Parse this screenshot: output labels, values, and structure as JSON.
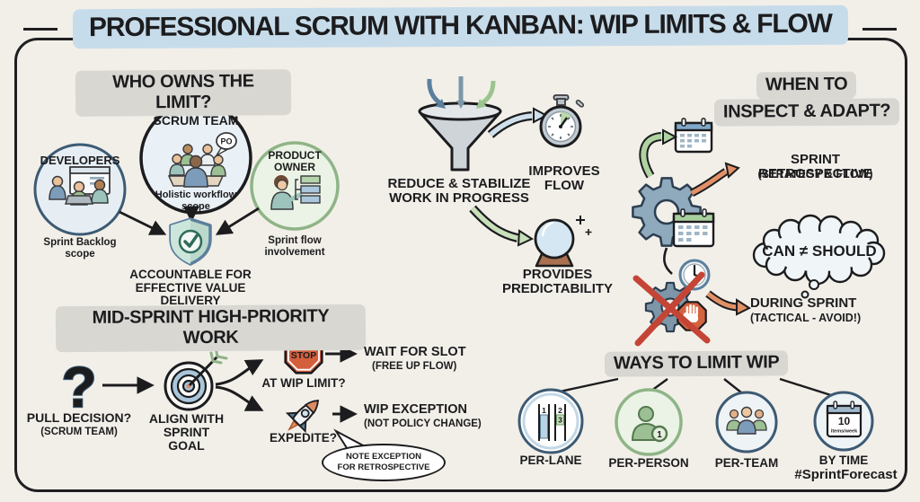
{
  "title": "PROFESSIONAL SCRUM WITH KANBAN: WIP LIMITS & FLOW",
  "colors": {
    "background": "#f2efe9",
    "ink": "#1c1c1e",
    "title_highlight": "#c7dcea",
    "heading_highlight": "#d8d7d2",
    "blue": "#5b7f9d",
    "light_blue": "#c3d8e6",
    "green": "#8fb487",
    "light_green": "#c8e0ba",
    "orange": "#d35f3c",
    "teal_shield": "#bcd9cd",
    "gear_gray_blue": "#8fa9bd",
    "red_x": "#c44536"
  },
  "who_owns": {
    "heading": "WHO OWNS THE LIMIT?",
    "developers_label": "DEVELOPERS",
    "developers_caption": "Sprint Backlog scope",
    "scrum_team_label": "SCRUM TEAM",
    "scrum_team_caption": "Holistic workflow scope",
    "po_badge": "PO",
    "product_owner_label": "PRODUCT OWNER",
    "product_owner_caption": "Sprint flow involvement",
    "shield_caption": "ACCOUNTABLE FOR EFFECTIVE VALUE DELIVERY"
  },
  "wip_flow": {
    "funnel_caption": "REDUCE & STABILIZE WORK IN PROGRESS",
    "improves_flow": "IMPROVES FLOW",
    "provides_predictability": "PROVIDES PREDICTABILITY"
  },
  "inspect_adapt": {
    "heading_line1": "WHEN TO",
    "heading_line2": "INSPECT & ADAPT?",
    "sprint_retrospective": "SPRINT RETROSPECTIVE",
    "sprint_retrospective_sub": "(STRATEGY & FLOW)",
    "thought_cloud": "CAN ≠ SHOULD",
    "during_sprint": "DURING SPRINT",
    "during_sprint_sub": "(TACTICAL - AVOID!)"
  },
  "mid_sprint": {
    "heading": "MID-SPRINT HIGH-PRIORITY WORK",
    "question_mark": "?",
    "pull_decision": "PULL DECISION?",
    "pull_decision_sub": "(SCRUM TEAM)",
    "align_goal": "ALIGN WITH SPRINT GOAL",
    "stop_sign": "STOP",
    "at_wip_limit": "AT WIP LIMIT?",
    "wait_for_slot": "WAIT FOR SLOT",
    "wait_for_slot_sub": "(FREE UP FLOW)",
    "expedite": "EXPEDITE?",
    "wip_exception": "WIP EXCEPTION",
    "wip_exception_sub": "(NOT POLICY CHANGE)",
    "note_bubble": "NOTE EXCEPTION FOR RETROSPECTIVE"
  },
  "ways_to_limit": {
    "heading": "WAYS TO LIMIT WIP",
    "per_lane_label": "PER-LANE",
    "lane_card_1": "1",
    "lane_card_2": "2",
    "lane_card_3": "3",
    "per_person_label": "PER-PERSON",
    "per_person_badge": "1",
    "per_team_label": "PER-TEAM",
    "by_time_label": "BY TIME",
    "by_time_value": "10",
    "by_time_unit": "items/week",
    "hashtag": "#SprintForecast"
  }
}
